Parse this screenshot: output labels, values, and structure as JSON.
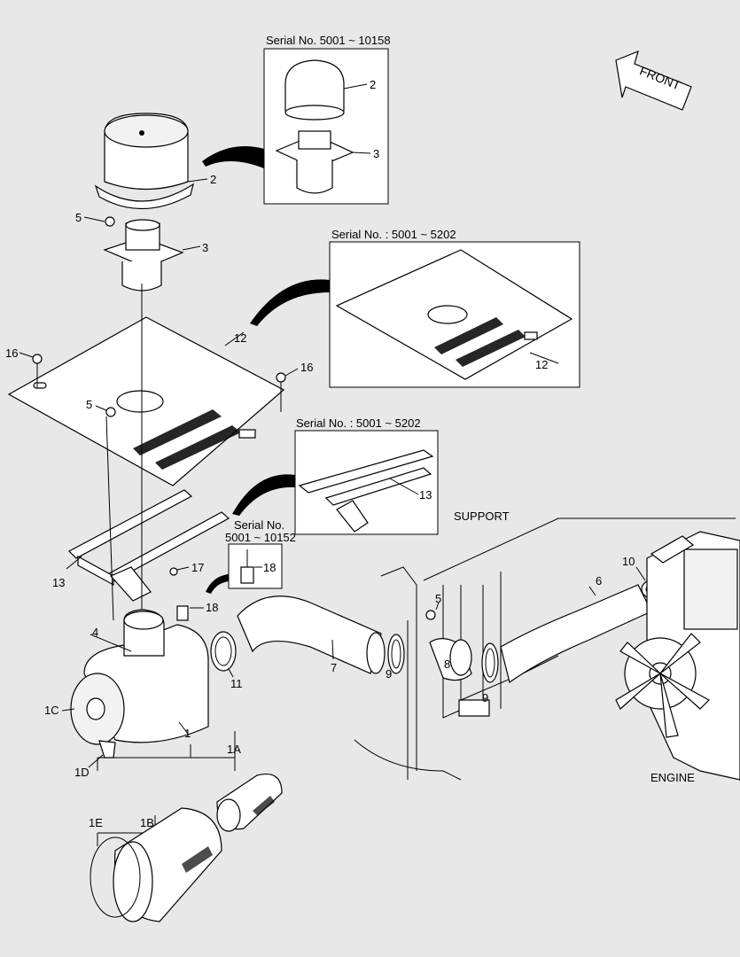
{
  "front_arrow": {
    "text": "FRONT"
  },
  "insets": {
    "inset_top": {
      "caption": "Serial No.  5001 ~ 10158"
    },
    "inset_plate": {
      "caption": "Serial No. : 5001 ~ 5202"
    },
    "inset_support": {
      "caption": "Serial No. : 5001 ~ 5202"
    },
    "inset_small": {
      "caption_line1": "Serial No.",
      "caption_line2": "5001 ~ 10152"
    }
  },
  "section_labels": {
    "support": "SUPPORT",
    "engine": "ENGINE"
  },
  "callouts": {
    "c2_inset": "2",
    "c3_inset": "3",
    "c2": "2",
    "c3": "3",
    "c5_top": "5",
    "c12_inset": "12",
    "c12": "12",
    "c16_left": "16",
    "c16_right": "16",
    "c5_mid": "5",
    "c13_inset": "13",
    "c13": "13",
    "c18_inset": "18",
    "c17": "17",
    "c18": "18",
    "c4": "4",
    "c1C": "1C",
    "c1": "1",
    "c1D": "1D",
    "c1A": "1A",
    "c1B": "1B",
    "c1E": "1E",
    "c11": "11",
    "c7": "7",
    "c9_left": "9",
    "c5_right": "5",
    "c8": "8",
    "c9_right": "9",
    "c6": "6",
    "c10": "10"
  }
}
